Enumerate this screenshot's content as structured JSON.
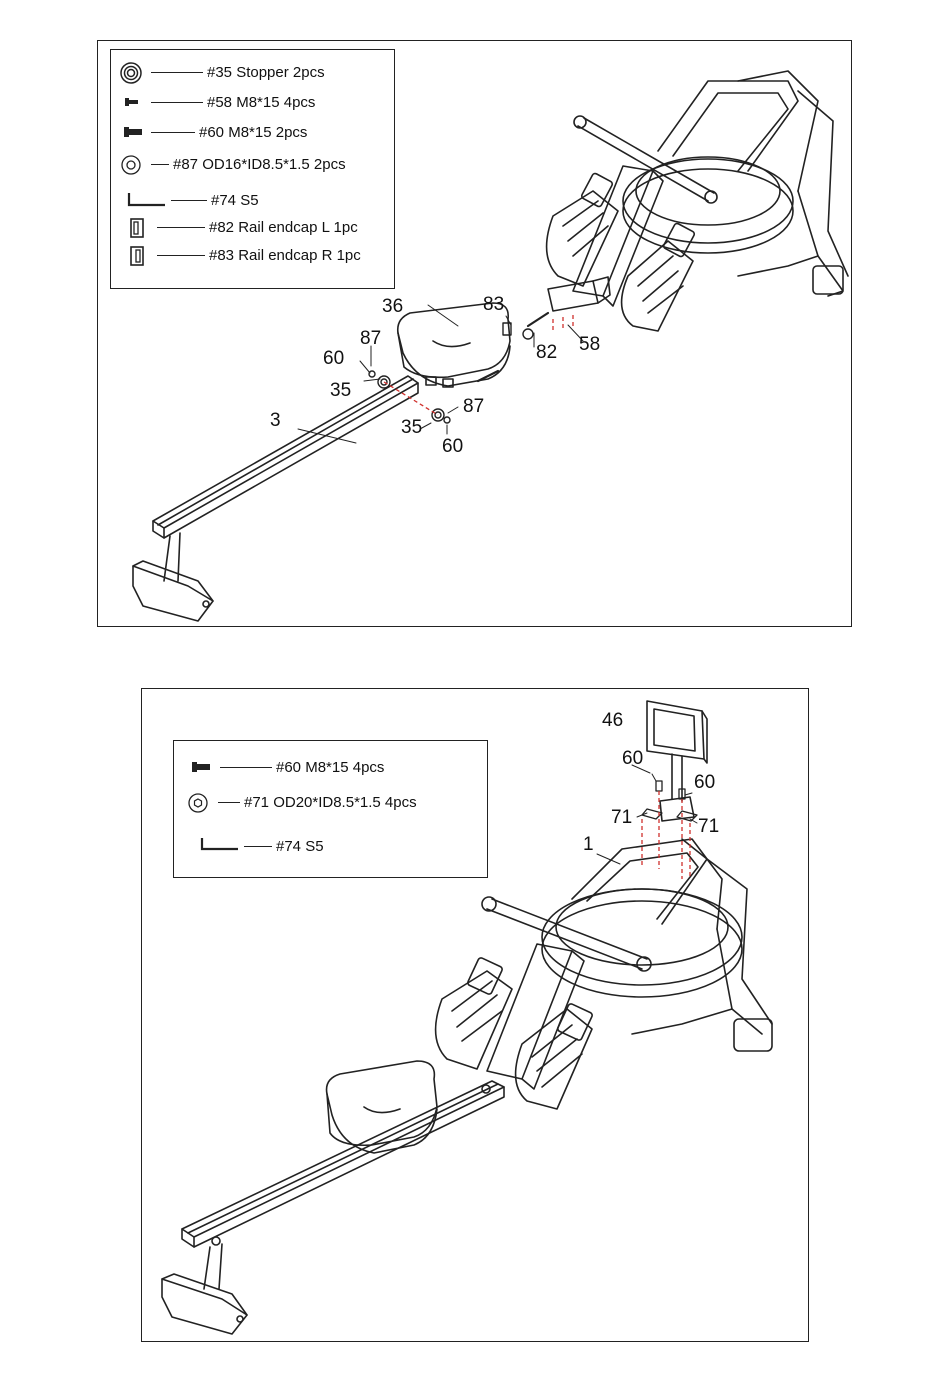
{
  "panels": [
    {
      "legend": [
        {
          "text": "#35  Stopper  2pcs",
          "icon": "stopper-icon"
        },
        {
          "text": "#58 M8*15  4pcs",
          "icon": "small-bolt-icon"
        },
        {
          "text": "#60  M8*15    2pcs",
          "icon": "bolt-icon"
        },
        {
          "text": "#87 OD16*ID8.5*1.5  2pcs",
          "icon": "washer-icon"
        },
        {
          "text": "#74    S5",
          "icon": "allen-key-icon"
        },
        {
          "text": "#82    Rail endcap L 1pc",
          "icon": "endcap-left-icon"
        },
        {
          "text": "#83    Rail endcap R 1pc",
          "icon": "endcap-right-icon"
        }
      ],
      "callouts": [
        "36",
        "83",
        "87",
        "60",
        "82",
        "58",
        "35",
        "3",
        "87",
        "35",
        "60"
      ]
    },
    {
      "legend": [
        {
          "text": "#60   M8*15      4pcs",
          "icon": "bolt-icon"
        },
        {
          "text": "#71 OD20*ID8.5*1.5  4pcs",
          "icon": "washer-icon"
        },
        {
          "text": "#74     S5",
          "icon": "allen-key-icon"
        }
      ],
      "callouts": [
        "46",
        "60",
        "60",
        "71",
        "71",
        "1"
      ]
    }
  ]
}
